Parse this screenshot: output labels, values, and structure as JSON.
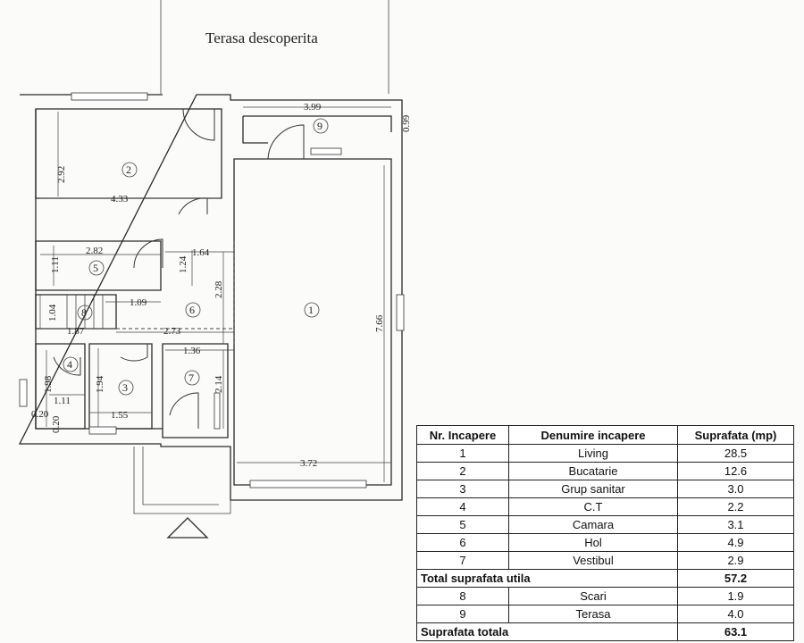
{
  "plan": {
    "terrace_label": "Terasa descoperita",
    "dimensions": {
      "d_399": "3.99",
      "d_099": "0.99",
      "d_292": "2.92",
      "d_433": "4.33",
      "d_282": "2.82",
      "d_164": "1.64",
      "d_111a": "1.11",
      "d_124": "1.24",
      "d_228": "2.28",
      "d_766": "7.66",
      "d_109": "1.09",
      "d_104": "1.04",
      "d_187": "1.87",
      "d_273": "2.73",
      "d_136": "1.36",
      "d_198": "1.98",
      "d_194": "1.94",
      "d_214": "2.14",
      "d_111b": "1.11",
      "d_020a": "0.20",
      "d_020b": "0.20",
      "d_155": "1.55",
      "d_372": "3.72"
    },
    "rooms": [
      "1",
      "2",
      "3",
      "4",
      "5",
      "6",
      "7",
      "8",
      "9"
    ]
  },
  "table": {
    "headers": [
      "Nr. Incapere",
      "Denumire incapere",
      "Suprafata (mp)"
    ],
    "rows": [
      {
        "nr": "1",
        "name": "Living",
        "area": "28.5"
      },
      {
        "nr": "2",
        "name": "Bucatarie",
        "area": "12.6"
      },
      {
        "nr": "3",
        "name": "Grup sanitar",
        "area": "3.0"
      },
      {
        "nr": "4",
        "name": "C.T",
        "area": "2.2"
      },
      {
        "nr": "5",
        "name": "Camara",
        "area": "3.1"
      },
      {
        "nr": "6",
        "name": "Hol",
        "area": "4.9"
      },
      {
        "nr": "7",
        "name": "Vestibul",
        "area": "2.9"
      }
    ],
    "total_util_label": "Total suprafata utila",
    "total_util_value": "57.2",
    "extra_rows": [
      {
        "nr": "8",
        "name": "Scari",
        "area": "1.9"
      },
      {
        "nr": "9",
        "name": "Terasa",
        "area": "4.0"
      }
    ],
    "total_label": "Suprafata totala",
    "total_value": "63.1"
  }
}
